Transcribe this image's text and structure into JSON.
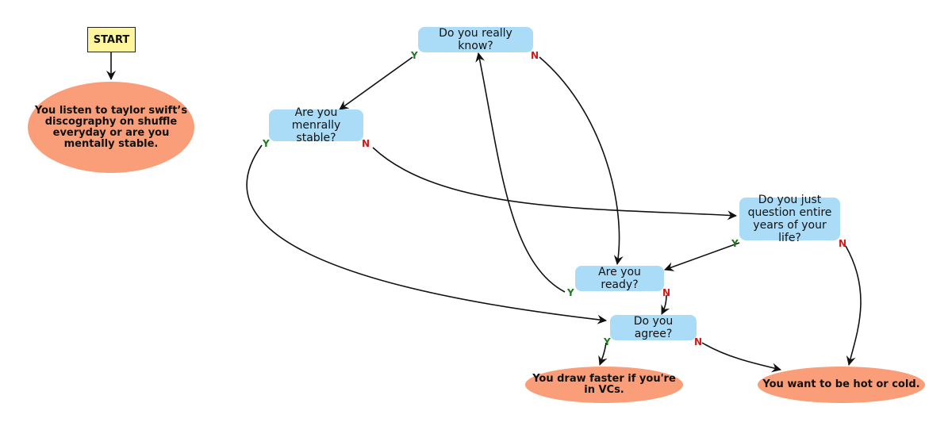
{
  "nodes": {
    "start": "START",
    "listen": "You listen to taylor swift’s discography on shuffle everyday or are you mentally stable.",
    "know": "Do you really know?",
    "stable": "Are you menrally stable?",
    "just": "Do you just question entire years of your life?",
    "ready": "Are you ready?",
    "agree": "Do you agree?",
    "draw": "You draw faster if you're in VCs.",
    "hot": "You want to be hot or cold."
  },
  "edge_labels": {
    "know_yes": "Y",
    "know_no": "N",
    "stable_yes": "Y",
    "stable_no": "N",
    "just_yes": "Y",
    "just_no": "N",
    "ready_yes": "Y",
    "ready_no": "N",
    "agree_yes": "Y",
    "agree_no": "N"
  },
  "colors": {
    "start_fill": "#fff59d",
    "question_fill": "#abdcf7",
    "outcome_fill": "#f99e78",
    "yes_label": "#1e7a1e",
    "no_label": "#d01818",
    "edge": "#111111"
  }
}
